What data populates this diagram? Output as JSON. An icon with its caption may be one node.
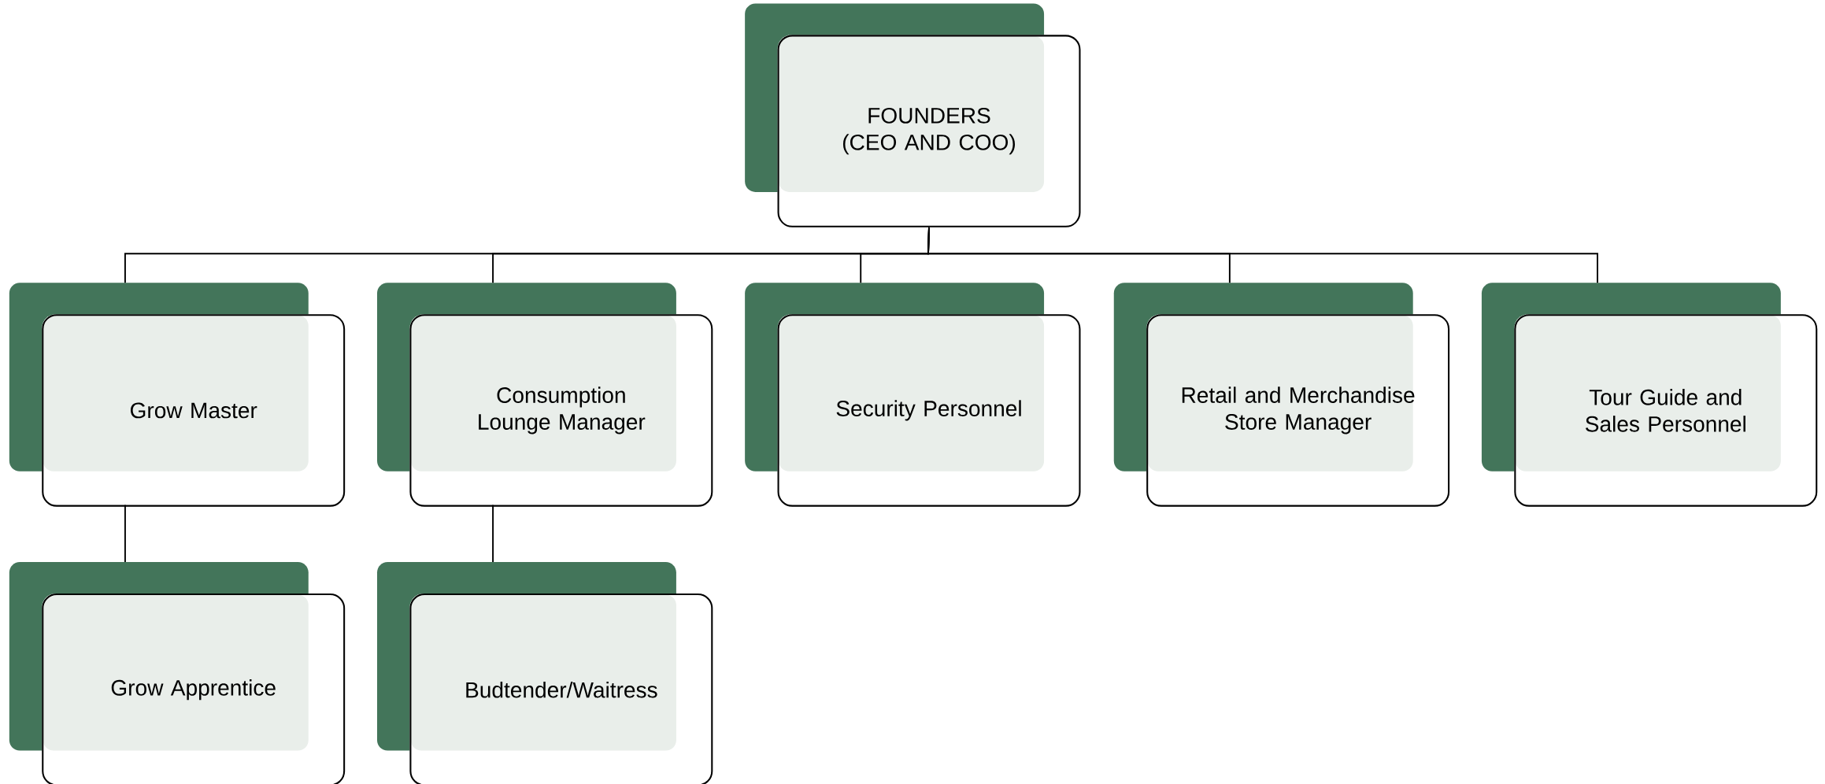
{
  "diagram": {
    "nodes": [
      {
        "text": [
          "FOUNDERS (CEO AND COO)"
        ]
      },
      {
        "text": [
          "Grow Master"
        ]
      },
      {
        "text": [
          "Consumption Lounge Manager"
        ]
      },
      {
        "text": [
          "Security Personnel"
        ]
      },
      {
        "text": [
          "Retail and Merchandise Store Manager"
        ]
      },
      {
        "text": [
          "Tour Guide and Sales Personnel"
        ]
      },
      {
        "text": [
          "Grow Apprentice"
        ]
      },
      {
        "text": [
          "Budtender/Waitress"
        ]
      }
    ],
    "edges": [
      {
        "from": 0,
        "to": 1,
        "arrow": "none"
      },
      {
        "from": 0,
        "to": 2,
        "arrow": "none"
      },
      {
        "from": 0,
        "to": 3,
        "arrow": "none"
      },
      {
        "from": 0,
        "to": 4,
        "arrow": "none"
      },
      {
        "from": 0,
        "to": 5,
        "arrow": "none"
      },
      {
        "from": 1,
        "to": 6,
        "arrow": "none"
      },
      {
        "from": 2,
        "to": 7,
        "arrow": "none"
      }
    ]
  }
}
